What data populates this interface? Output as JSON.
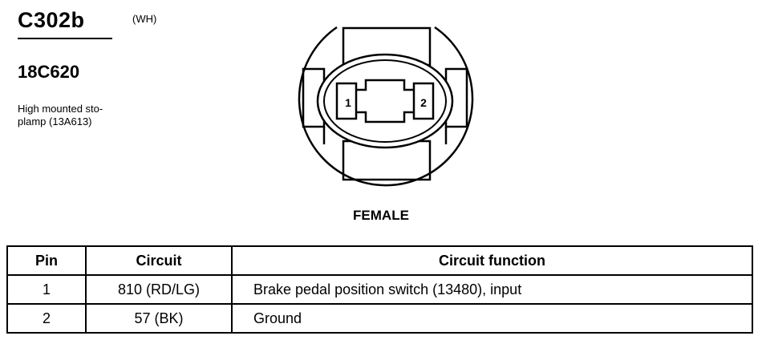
{
  "connector": {
    "id": "C302b",
    "color_code": "(WH)",
    "part_number": "18C620",
    "description_line1": "High mounted sto-",
    "description_line2": "plamp (13A613)"
  },
  "diagram": {
    "gender_label": "FEMALE",
    "pin_labels": [
      "1",
      "2"
    ]
  },
  "table": {
    "headers": [
      "Pin",
      "Circuit",
      "Circuit function"
    ],
    "rows": [
      {
        "pin": "1",
        "circuit": "810 (RD/LG)",
        "function": "Brake pedal position switch (13480), input"
      },
      {
        "pin": "2",
        "circuit": "57 (BK)",
        "function": "Ground"
      }
    ]
  }
}
